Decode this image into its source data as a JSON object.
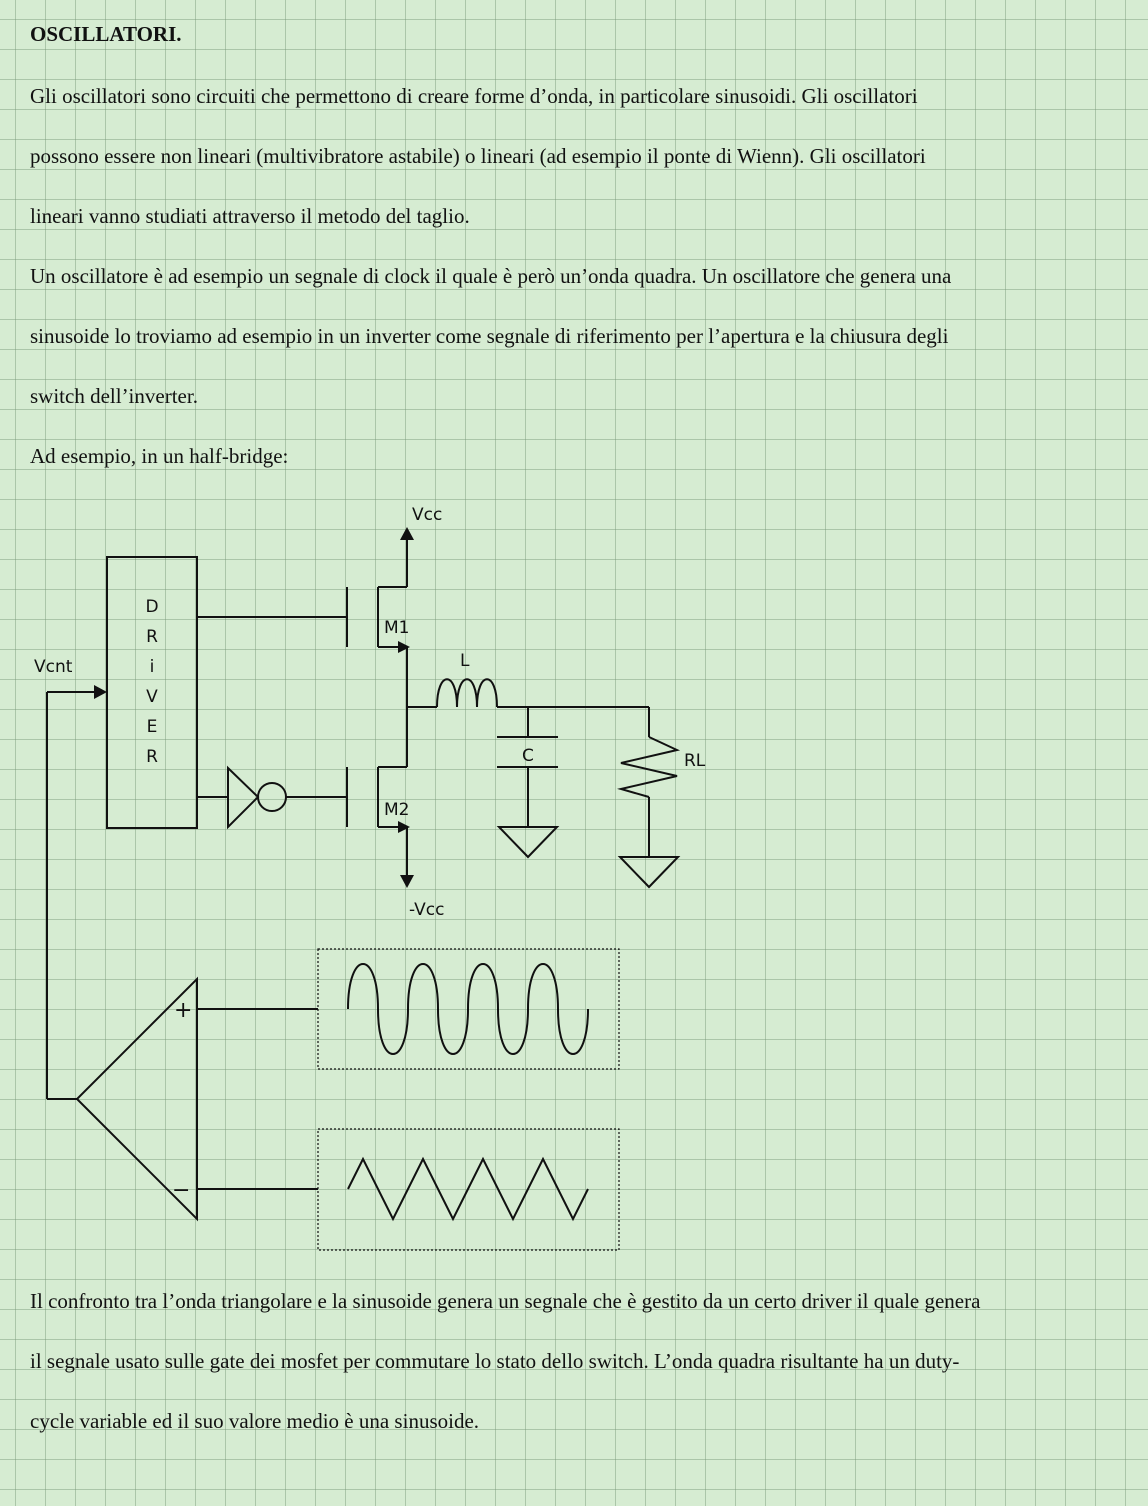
{
  "title": "OSCILLATORI.",
  "paragraphs": [
    "Gli oscillatori sono circuiti che permettono di creare forme d’onda, in particolare sinusoidi. Gli oscillatori",
    "possono essere non lineari (multivibratore astabile) o lineari (ad esempio il ponte di Wienn). Gli oscillatori",
    "lineari vanno studiati attraverso il metodo del taglio.",
    "Un oscillatore è ad esempio un segnale di clock il quale è però un’onda quadra. Un oscillatore che genera una",
    "sinusoide lo troviamo ad esempio in un inverter come segnale di riferimento per l’apertura e la chiusura degli",
    "switch dell’inverter.",
    "Ad esempio, in un half-bridge:"
  ],
  "closing": [
    "Il confronto tra l’onda triangolare e la sinusoide genera un segnale che è gestito da un certo driver il quale genera",
    "il segnale usato sulle gate dei mosfet per commutare lo stato dello switch. L’onda quadra risultante ha un duty-",
    "cycle variable ed il suo valore medio è una sinusoide."
  ],
  "diagram": {
    "driver_letters": [
      "D",
      "R",
      "i",
      "V",
      "E",
      "R"
    ],
    "vcc": "Vcc",
    "neg_vcc": "-Vcc",
    "m1": "M1",
    "m2": "M2",
    "inductor": "L",
    "capacitor": "C",
    "load": "RL",
    "control": "Vcnt",
    "plus": "+",
    "minus": "−"
  }
}
